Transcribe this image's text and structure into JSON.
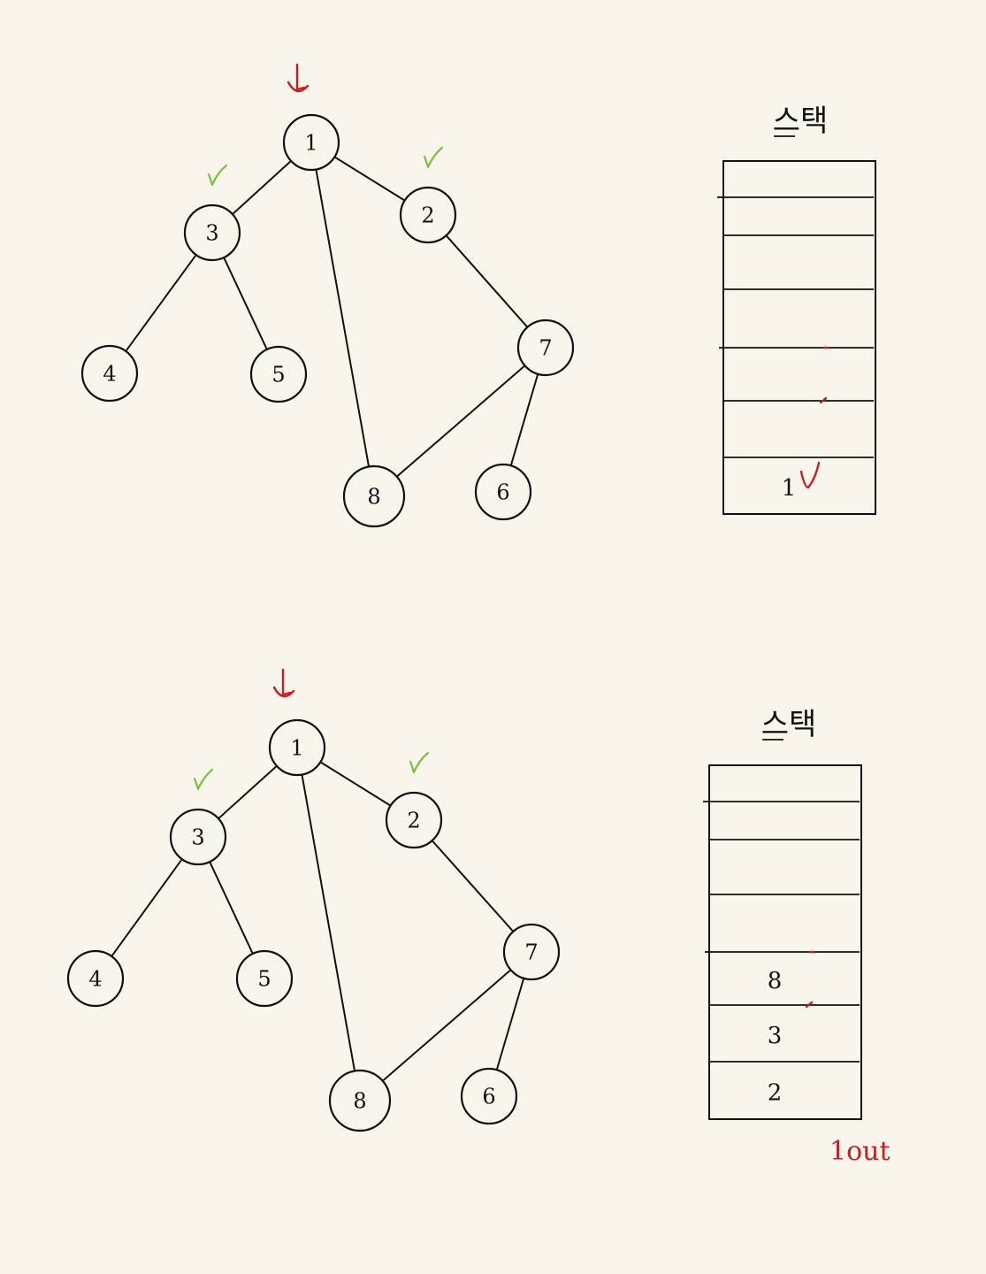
{
  "panels": [
    {
      "graph": {
        "edges": [
          [
            "1",
            "3"
          ],
          [
            "1",
            "2"
          ],
          [
            "1",
            "8"
          ],
          [
            "3",
            "4"
          ],
          [
            "3",
            "5"
          ],
          [
            "2",
            "7"
          ],
          [
            "7",
            "8"
          ],
          [
            "7",
            "6"
          ]
        ],
        "nodes": [
          "1",
          "3",
          "2",
          "4",
          "5",
          "7",
          "8",
          "6"
        ],
        "visited": [
          "1"
        ],
        "checked": [
          "3",
          "2"
        ]
      },
      "stack": {
        "title": "스택",
        "cells": [
          "",
          "",
          "",
          "",
          "",
          "",
          "1"
        ],
        "out_label": ""
      }
    },
    {
      "graph": {
        "edges": [
          [
            "1",
            "3"
          ],
          [
            "1",
            "2"
          ],
          [
            "1",
            "8"
          ],
          [
            "3",
            "4"
          ],
          [
            "3",
            "5"
          ],
          [
            "2",
            "7"
          ],
          [
            "7",
            "8"
          ],
          [
            "7",
            "6"
          ]
        ],
        "nodes": [
          "1",
          "3",
          "2",
          "4",
          "5",
          "7",
          "8",
          "6"
        ],
        "visited": [
          "1"
        ],
        "checked": [
          "3",
          "2"
        ]
      },
      "stack": {
        "title": "스택",
        "cells": [
          "",
          "",
          "",
          "",
          "8",
          "3",
          "2"
        ],
        "out_label": "1out"
      }
    }
  ],
  "colors": {
    "background": "#f8f6ec",
    "ink": "#111111",
    "red": "#c81e1e",
    "green": "#7cc043"
  }
}
